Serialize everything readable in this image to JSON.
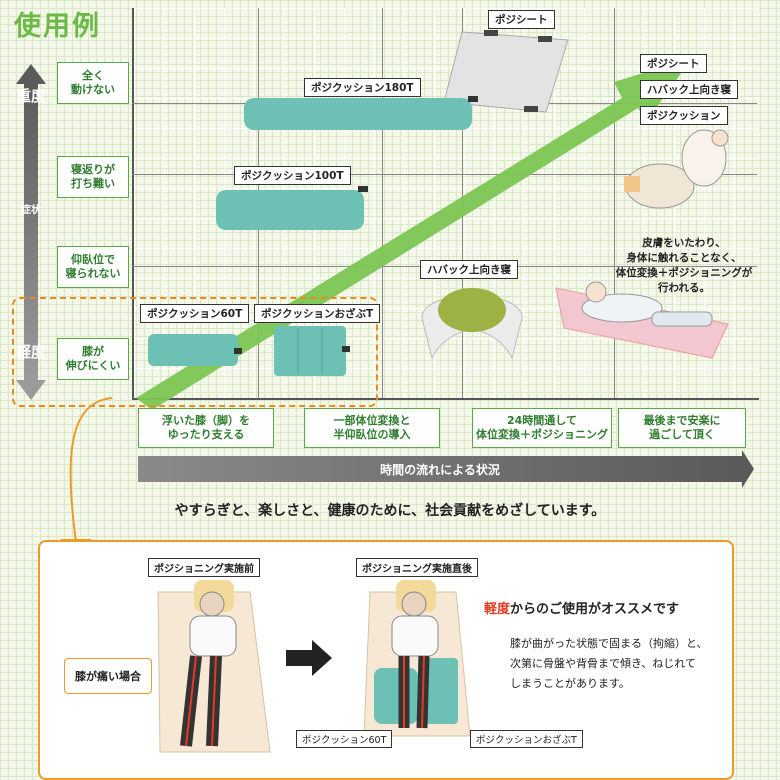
{
  "title": "使用例",
  "severity": {
    "top": "重度",
    "middle": "症状",
    "bottom": "軽度"
  },
  "rows": [
    {
      "line1": "全く",
      "line2": "動けない"
    },
    {
      "line1": "寝返りが",
      "line2": "打ち難い"
    },
    {
      "line1": "仰臥位で",
      "line2": "寝られない"
    },
    {
      "line1": "膝が",
      "line2": "伸びにくい"
    }
  ],
  "columns": [
    {
      "line1": "浮いた膝（脚）を",
      "line2": "ゆったり支える"
    },
    {
      "line1": "一部体位変換と",
      "line2": "半仰臥位の導入"
    },
    {
      "line1": "24時間通して",
      "line2": "体位変換＋ポジショニング"
    },
    {
      "line1": "最後まで安楽に",
      "line2": "過ごして頂く"
    }
  ],
  "time_axis": "時間の流れによる状況",
  "products": {
    "sheet": "ポジシート",
    "c180": "ポジクッション180T",
    "c100": "ポジクッション100T",
    "c60": "ポジクッション60T",
    "ozabu": "ポジクッションおざぶT",
    "habakku": "ハバック上向き寝"
  },
  "right_labels": [
    "ポジシート",
    "ハバック上向き寝",
    "ポジクッション"
  ],
  "right_note": [
    "皮膚をいたわり、",
    "身体に触れることなく、",
    "体位変換＋ポジショニングが",
    "行われる。"
  ],
  "slogan": "やすらぎと、楽しさと、健康のために、社会貢献をめざしています。",
  "panel": {
    "before_label": "ポジショニング実施前",
    "after_label": "ポジショニング実施直後",
    "knee_label": "膝が痛い場合",
    "rec_red": "軽度",
    "rec_rest": "からのご使用がオススメです",
    "desc": [
      "膝が曲がった状態で固まる（拘縮）と、",
      "次第に骨盤や背骨まで傾き、ねじれて",
      "しまうことがあります。"
    ],
    "c60_label": "ポジクッション60T",
    "ozabu_label": "ポジクッションおざぶT"
  },
  "colors": {
    "green": "#6cba45",
    "teal": "#6cc1b4",
    "orange": "#ee9a2a",
    "red": "#e53a22"
  }
}
